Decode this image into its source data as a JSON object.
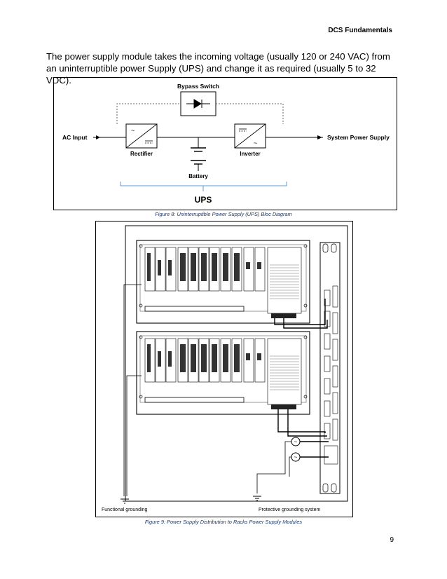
{
  "header": {
    "title": "DCS Fundamentals"
  },
  "intro": {
    "text": "The power supply module takes the incoming voltage (usually 120 or 240 VAC) from an uninterruptible power Supply (UPS) and change it as required (usually 5 to 32 VDC)."
  },
  "ups_diagram": {
    "bypass_switch": "Bypass Switch",
    "ac_input": "AC Input",
    "rectifier": "Rectifier",
    "inverter": "Inverter",
    "battery": "Battery",
    "system_power_supply": "System Power Supply",
    "group_label": "UPS"
  },
  "figure8_caption": "Figure 8: Uninterruptible Power Supply (UPS) Bloc Diagram",
  "rack_diagram": {
    "functional_grounding": "Functional grounding",
    "protective_grounding": "Protective grounding system"
  },
  "figure9_caption": "Figure 9: Power Supply Distribution to Racks Power Supply Modules",
  "page_number": "9"
}
